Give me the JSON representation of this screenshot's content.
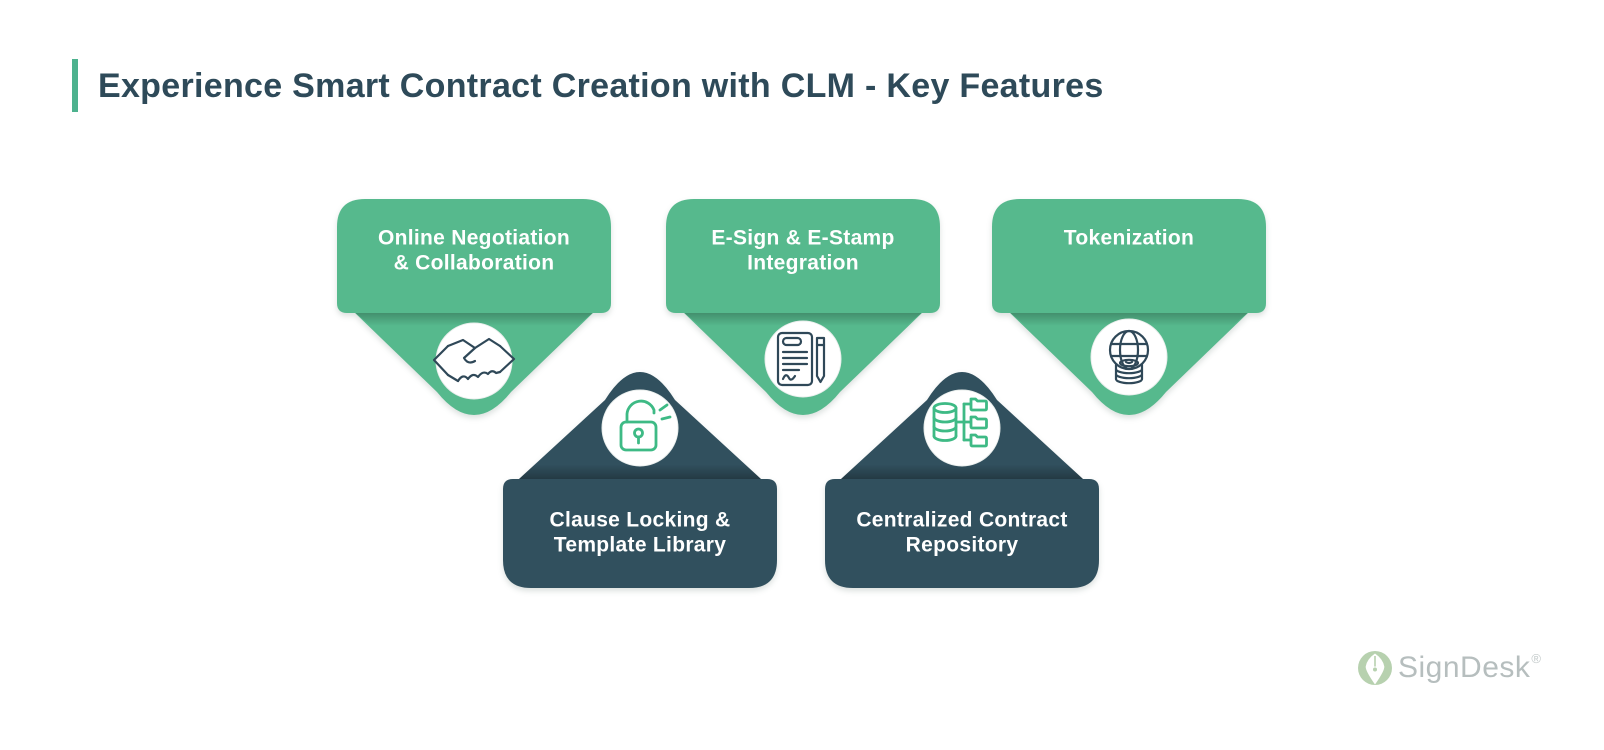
{
  "header": {
    "title": "Experience Smart Contract Creation with CLM - Key Features",
    "title_color": "#2e4a59",
    "accent_color": "#4db28e"
  },
  "colors": {
    "card_green": "#56b98d",
    "card_dark": "#31505e",
    "icon_navy": "#2f4858",
    "icon_green": "#3eba85",
    "circle_fill": "#ffffff"
  },
  "cards": [
    {
      "id": "online-negotiation-collaboration",
      "variant": "green",
      "icon": "handshake-icon",
      "label_lines": [
        "Online Negotiation",
        "& Collaboration"
      ]
    },
    {
      "id": "esign-estamp-integration",
      "variant": "green",
      "icon": "esign-document-pen-icon",
      "label_lines": [
        "E-Sign & E-Stamp",
        "Integration"
      ]
    },
    {
      "id": "tokenization",
      "variant": "green",
      "icon": "globe-token-icon",
      "label_lines": [
        "Tokenization"
      ]
    },
    {
      "id": "clause-locking-template-library",
      "variant": "dark",
      "icon": "unlock-padlock-icon",
      "label_lines": [
        "Clause Locking &",
        "Template Library"
      ]
    },
    {
      "id": "centralized-contract-repository",
      "variant": "dark",
      "icon": "database-folder-tree-icon",
      "label_lines": [
        "Centralized Contract",
        "Repository"
      ]
    }
  ],
  "logo": {
    "brand": "SignDesk",
    "registered_mark": "®",
    "icon": "pen-nib-icon",
    "text_color": "#b6bebe",
    "icon_color": "#b7d1af"
  }
}
